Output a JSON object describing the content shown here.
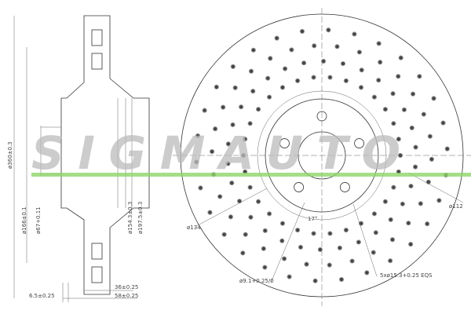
{
  "logo": {
    "text": "SIGMAUTO",
    "line_color": "#8fd46a",
    "text_color": "#b5b5b5"
  },
  "side_view": {
    "dims": {
      "outer_dia": "ø360±0.3",
      "hat_dia": "ø166±0.1",
      "center_bore": "ø67+0.11",
      "inner_dia": "ø154.3±0.3",
      "vent_dia": "ø197.5±0.3",
      "height_36": "36±0.25",
      "height_58": "58±0.25",
      "offset": "6.5±0.25"
    }
  },
  "front_view": {
    "dims": {
      "pcd": "ø134",
      "hub": "ø112",
      "pin_hole": "ø9.1+0.25/0",
      "angle": "17°",
      "bolt_holes": "5xø15.3+0.25 EQS"
    },
    "bolt_hole_count": 5
  }
}
